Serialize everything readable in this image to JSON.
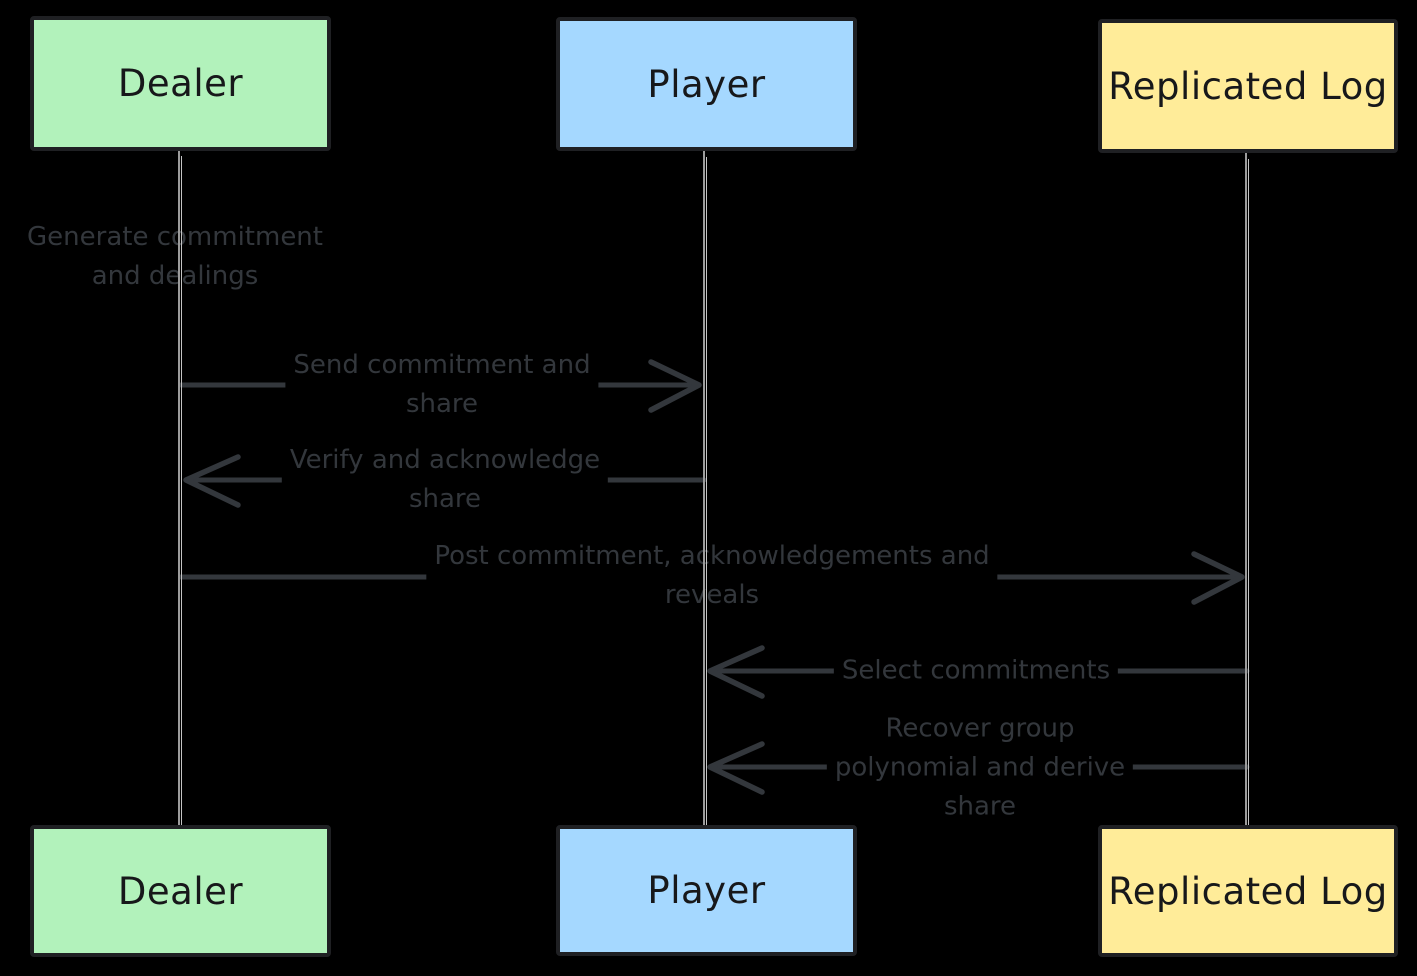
{
  "diagram_type": "sequence-diagram",
  "colors": {
    "background": "#000000",
    "dealer_fill": "#b2f2bb",
    "player_fill": "#a5d8ff",
    "replicated_log_fill": "#ffec99",
    "box_border": "#1f2023",
    "box_text": "#17181a",
    "arrow": "#33373c",
    "message_text": "#33373c",
    "lifeline": "#9c9c9c"
  },
  "actors": [
    {
      "label": "Dealer",
      "fill": "#b2f2bb"
    },
    {
      "label": "Player",
      "fill": "#a5d8ff"
    },
    {
      "label": "Replicated Log",
      "fill": "#ffec99"
    }
  ],
  "note": {
    "actor": "Dealer",
    "text": "Generate commitment and dealings",
    "lines": [
      "Generate commitment",
      "and dealings"
    ]
  },
  "messages": [
    {
      "from": "Dealer",
      "to": "Player",
      "text": "Send commitment and share",
      "lines": [
        "Send commitment and",
        "share"
      ]
    },
    {
      "from": "Player",
      "to": "Dealer",
      "text": "Verify and acknowledge share",
      "lines": [
        "Verify and acknowledge",
        "share"
      ]
    },
    {
      "from": "Dealer",
      "to": "Replicated Log",
      "text": "Post commitment, acknowledgements and reveals",
      "lines": [
        "Post commitment, acknowledgements and",
        "reveals"
      ]
    },
    {
      "from": "Replicated Log",
      "to": "Player",
      "text": "Select commitments",
      "lines": [
        "Select commitments"
      ]
    },
    {
      "from": "Replicated Log",
      "to": "Player",
      "text": "Recover group polynomial and derive share",
      "lines": [
        "Recover group",
        "polynomial and derive",
        "share"
      ]
    }
  ]
}
